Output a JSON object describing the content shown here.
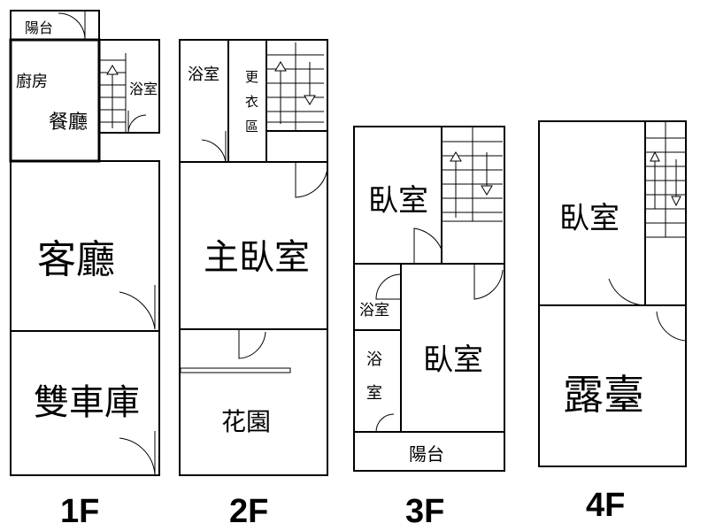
{
  "floors": [
    {
      "label": "1F",
      "rooms": {
        "balcony": "陽台",
        "kitchen": "廚房",
        "dining": "餐廳",
        "bath": "浴室",
        "living": "客廳",
        "garage": "雙車庫"
      }
    },
    {
      "label": "2F",
      "rooms": {
        "bath": "浴室",
        "wardrobe_1": "更",
        "wardrobe_2": "衣",
        "wardrobe_3": "區",
        "master": "主臥室",
        "garden": "花園"
      }
    },
    {
      "label": "3F",
      "rooms": {
        "bedroom_a": "臥室",
        "bath_a": "浴室",
        "bath_b_1": "浴",
        "bath_b_2": "室",
        "bedroom_b": "臥室",
        "balcony": "陽台"
      }
    },
    {
      "label": "4F",
      "rooms": {
        "bedroom": "臥室",
        "terrace": "露臺"
      }
    }
  ]
}
